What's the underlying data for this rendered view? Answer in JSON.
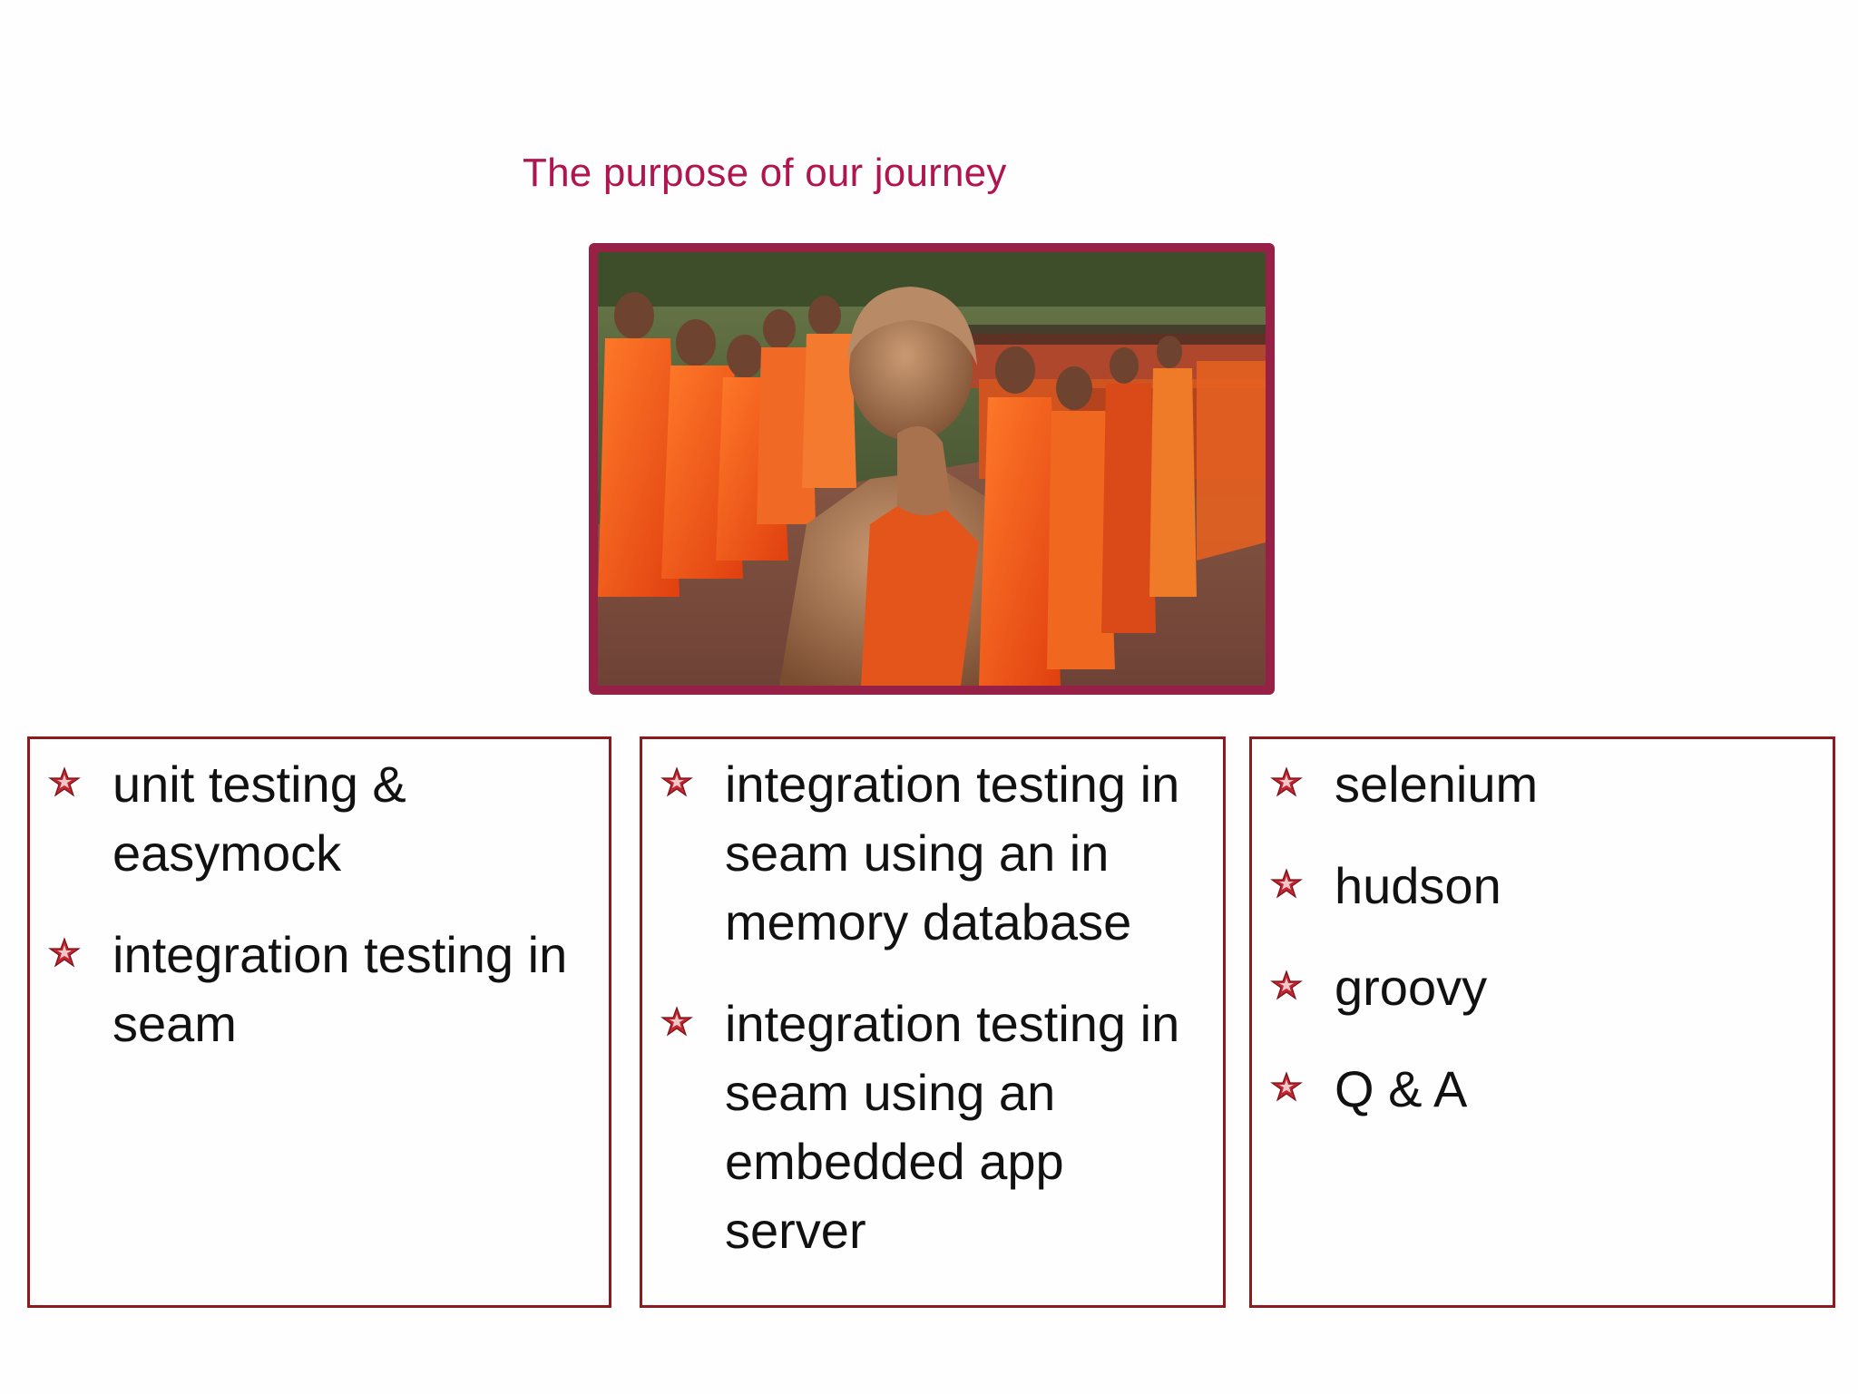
{
  "slide": {
    "title": "The purpose of our journey"
  },
  "photo": {
    "description_icon": "photo-of-monks-praying"
  },
  "columns": [
    {
      "items": [
        "unit testing & easymock",
        "integration testing in seam"
      ]
    },
    {
      "items": [
        "integration testing in seam using an in memory database",
        "integration testing in seam using an embedded app server"
      ]
    },
    {
      "items": [
        "selenium",
        "hudson",
        "groovy",
        "Q & A"
      ]
    }
  ],
  "colors": {
    "title": "#b0154f",
    "frame": "#962046",
    "box_border": "#8e1a1e",
    "bullet": "#c2262e"
  }
}
